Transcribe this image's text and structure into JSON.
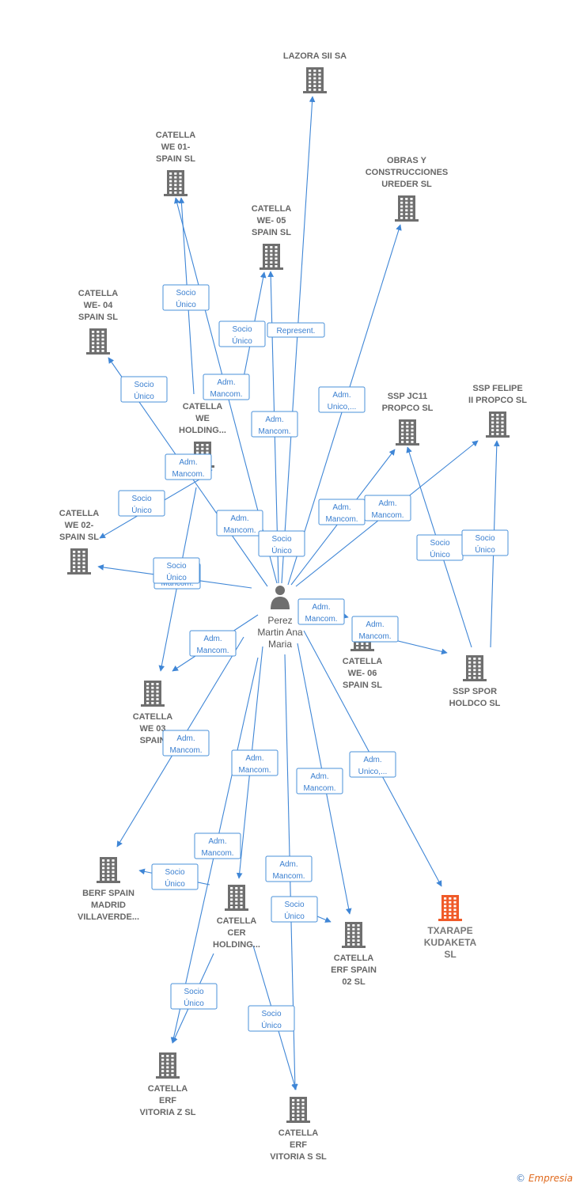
{
  "center": {
    "name": [
      "Perez",
      "Martin Ana",
      "Maria"
    ]
  },
  "nodes": [
    {
      "id": "lazora",
      "label": [
        "LAZORA SII SA"
      ]
    },
    {
      "id": "we01",
      "label": [
        "CATELLA",
        "WE 01-",
        "SPAIN  SL"
      ]
    },
    {
      "id": "obras",
      "label": [
        "OBRAS Y",
        "CONSTRUCCIONES",
        "UREDER SL"
      ]
    },
    {
      "id": "we05",
      "label": [
        "CATELLA",
        "WE- 05",
        "SPAIN  SL"
      ]
    },
    {
      "id": "we04",
      "label": [
        "CATELLA",
        "WE- 04",
        "SPAIN  SL"
      ]
    },
    {
      "id": "weholding",
      "label": [
        "CATELLA",
        "WE",
        "HOLDING..."
      ]
    },
    {
      "id": "jc11",
      "label": [
        "SSP JC11",
        "PROPCO  SL"
      ]
    },
    {
      "id": "felipe",
      "label": [
        "SSP FELIPE",
        "II PROPCO  SL"
      ]
    },
    {
      "id": "we02",
      "label": [
        "CATELLA",
        "WE 02-",
        "SPAIN  SL"
      ]
    },
    {
      "id": "we06",
      "label": [
        "CATELLA",
        "WE- 06",
        "SPAIN  SL"
      ]
    },
    {
      "id": "spor",
      "label": [
        "SSP SPOR",
        "HOLDCO  SL"
      ]
    },
    {
      "id": "we03",
      "label": [
        "CATELLA",
        "WE 03",
        "SPAIN"
      ]
    },
    {
      "id": "berf",
      "label": [
        "BERF SPAIN",
        "MADRID",
        "VILLAVERDE..."
      ]
    },
    {
      "id": "cerholding",
      "label": [
        "CATELLA",
        "CER",
        "HOLDING..."
      ]
    },
    {
      "id": "erf02",
      "label": [
        "CATELLA",
        "ERF SPAIN",
        "02  SL"
      ]
    },
    {
      "id": "txarape",
      "label": [
        "TXARAPE",
        "KUDAKETA",
        "SL"
      ],
      "highlight": true
    },
    {
      "id": "vitoriaz",
      "label": [
        "CATELLA",
        "ERF",
        "VITORIA Z  SL"
      ]
    },
    {
      "id": "vitorias",
      "label": [
        "CATELLA",
        "ERF",
        "VITORIA S  SL"
      ]
    }
  ],
  "relations": [
    {
      "id": "r-lazora",
      "label": [
        "Represent."
      ]
    },
    {
      "id": "r-we01-a",
      "label": [
        "Socio",
        "Único"
      ]
    },
    {
      "id": "r-we05-a",
      "label": [
        "Socio",
        "Único"
      ]
    },
    {
      "id": "r-we05-b",
      "label": [
        "Adm.",
        "Mancom."
      ]
    },
    {
      "id": "r-we04",
      "label": [
        "Socio",
        "Único"
      ]
    },
    {
      "id": "r-holding-a",
      "label": [
        "Adm.",
        "Mancom."
      ]
    },
    {
      "id": "r-obras",
      "label": [
        "Adm.",
        "Unico,..."
      ]
    },
    {
      "id": "r-we01-b",
      "label": [
        "Adm.",
        "Mancom."
      ]
    },
    {
      "id": "r-holding-b",
      "label": [
        "Adm.",
        "Mancom."
      ]
    },
    {
      "id": "r-we02",
      "label": [
        "Socio",
        "Único"
      ]
    },
    {
      "id": "r-jc11",
      "label": [
        "Adm.",
        "Mancom."
      ]
    },
    {
      "id": "r-felipe",
      "label": [
        "Adm.",
        "Mancom."
      ]
    },
    {
      "id": "r-spor-a",
      "label": [
        "Socio",
        "Único"
      ]
    },
    {
      "id": "r-spor-b",
      "label": [
        "Socio",
        "Único"
      ]
    },
    {
      "id": "r-center-a",
      "label": [
        "Adm.",
        "Mancom."
      ]
    },
    {
      "id": "r-center-b",
      "label": [
        "Socio",
        "Único"
      ]
    },
    {
      "id": "r-we02-b",
      "label": [
        "Socio",
        "Único"
      ]
    },
    {
      "id": "r-we06-a",
      "label": [
        "Adm.",
        "Mancom."
      ]
    },
    {
      "id": "r-we06-b",
      "label": [
        "Adm.",
        "Mancom."
      ]
    },
    {
      "id": "r-we03",
      "label": [
        "Adm.",
        "Mancom."
      ]
    },
    {
      "id": "r-berf-a",
      "label": [
        "Adm.",
        "Mancom."
      ]
    },
    {
      "id": "r-cer",
      "label": [
        "Adm.",
        "Mancom."
      ]
    },
    {
      "id": "r-erf02",
      "label": [
        "Adm.",
        "Mancom."
      ]
    },
    {
      "id": "r-txarape",
      "label": [
        "Adm.",
        "Unico,..."
      ]
    },
    {
      "id": "r-vitoriaz-a",
      "label": [
        "Adm.",
        "Mancom."
      ]
    },
    {
      "id": "r-berf-b",
      "label": [
        "Socio",
        "Único"
      ]
    },
    {
      "id": "r-vitorias-a",
      "label": [
        "Adm.",
        "Mancom."
      ]
    },
    {
      "id": "r-erf02-b",
      "label": [
        "Socio",
        "Único"
      ]
    },
    {
      "id": "r-vitoriaz-b",
      "label": [
        "Socio",
        "Único"
      ]
    },
    {
      "id": "r-vitorias-b",
      "label": [
        "Socio",
        "Único"
      ]
    }
  ],
  "footer": {
    "copyright": "©",
    "brand": "Empresia"
  },
  "colors": {
    "edge": "#3f86d6",
    "building": "#6f6f6f",
    "highlight": "#f05a28"
  }
}
